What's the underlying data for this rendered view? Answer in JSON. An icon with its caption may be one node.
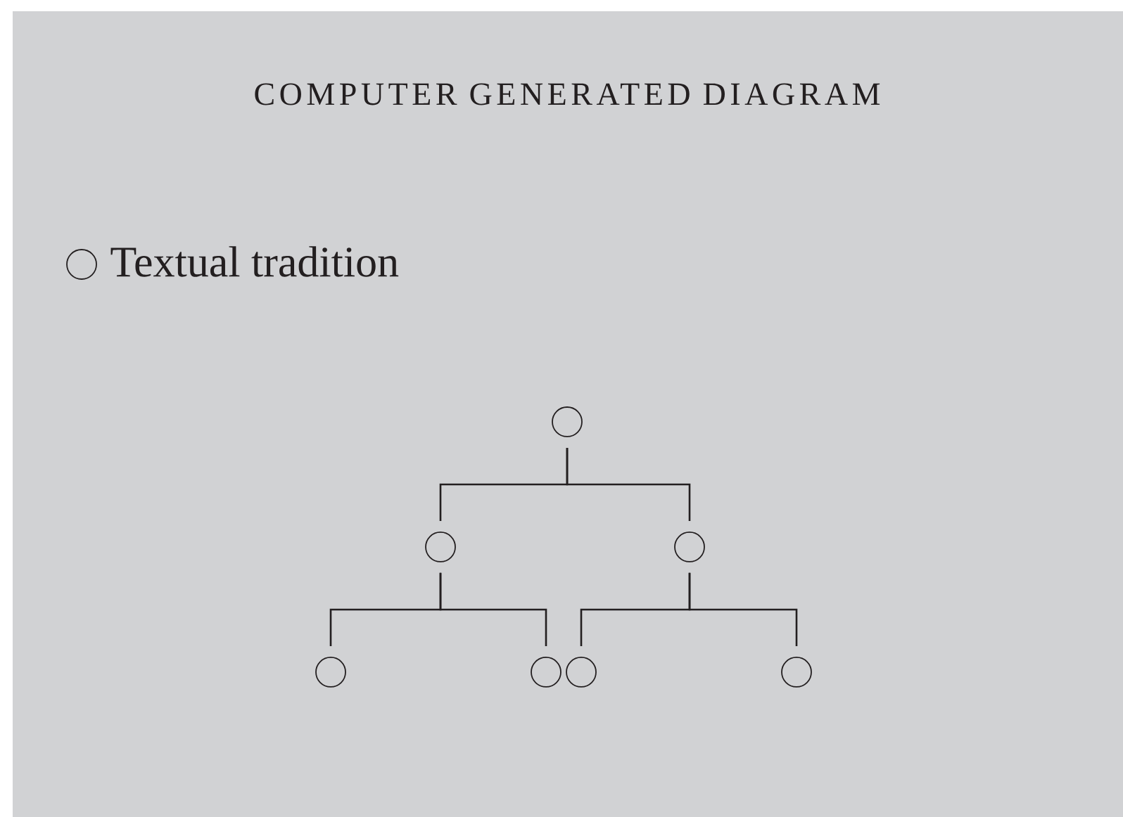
{
  "diagram": {
    "title": "COMPUTER GENERATED DIAGRAM",
    "nodes": [
      {
        "text": [],
        "shape": "circle"
      },
      {
        "text": [],
        "shape": "circle"
      },
      {
        "text": [],
        "shape": "circle"
      },
      {
        "text": [],
        "shape": "circle"
      },
      {
        "text": [],
        "shape": "circle"
      },
      {
        "text": [],
        "shape": "circle"
      },
      {
        "text": [],
        "shape": "circle"
      }
    ],
    "edges": [
      {
        "from": 0,
        "to": 1,
        "arrow": "none"
      },
      {
        "from": 0,
        "to": 2,
        "arrow": "none"
      },
      {
        "from": 1,
        "to": 3,
        "arrow": "none"
      },
      {
        "from": 1,
        "to": 4,
        "arrow": "none"
      },
      {
        "from": 2,
        "to": 5,
        "arrow": "none"
      },
      {
        "from": 2,
        "to": 6,
        "arrow": "none"
      }
    ],
    "legend": [
      {
        "text": "Textual tradition"
      }
    ]
  }
}
